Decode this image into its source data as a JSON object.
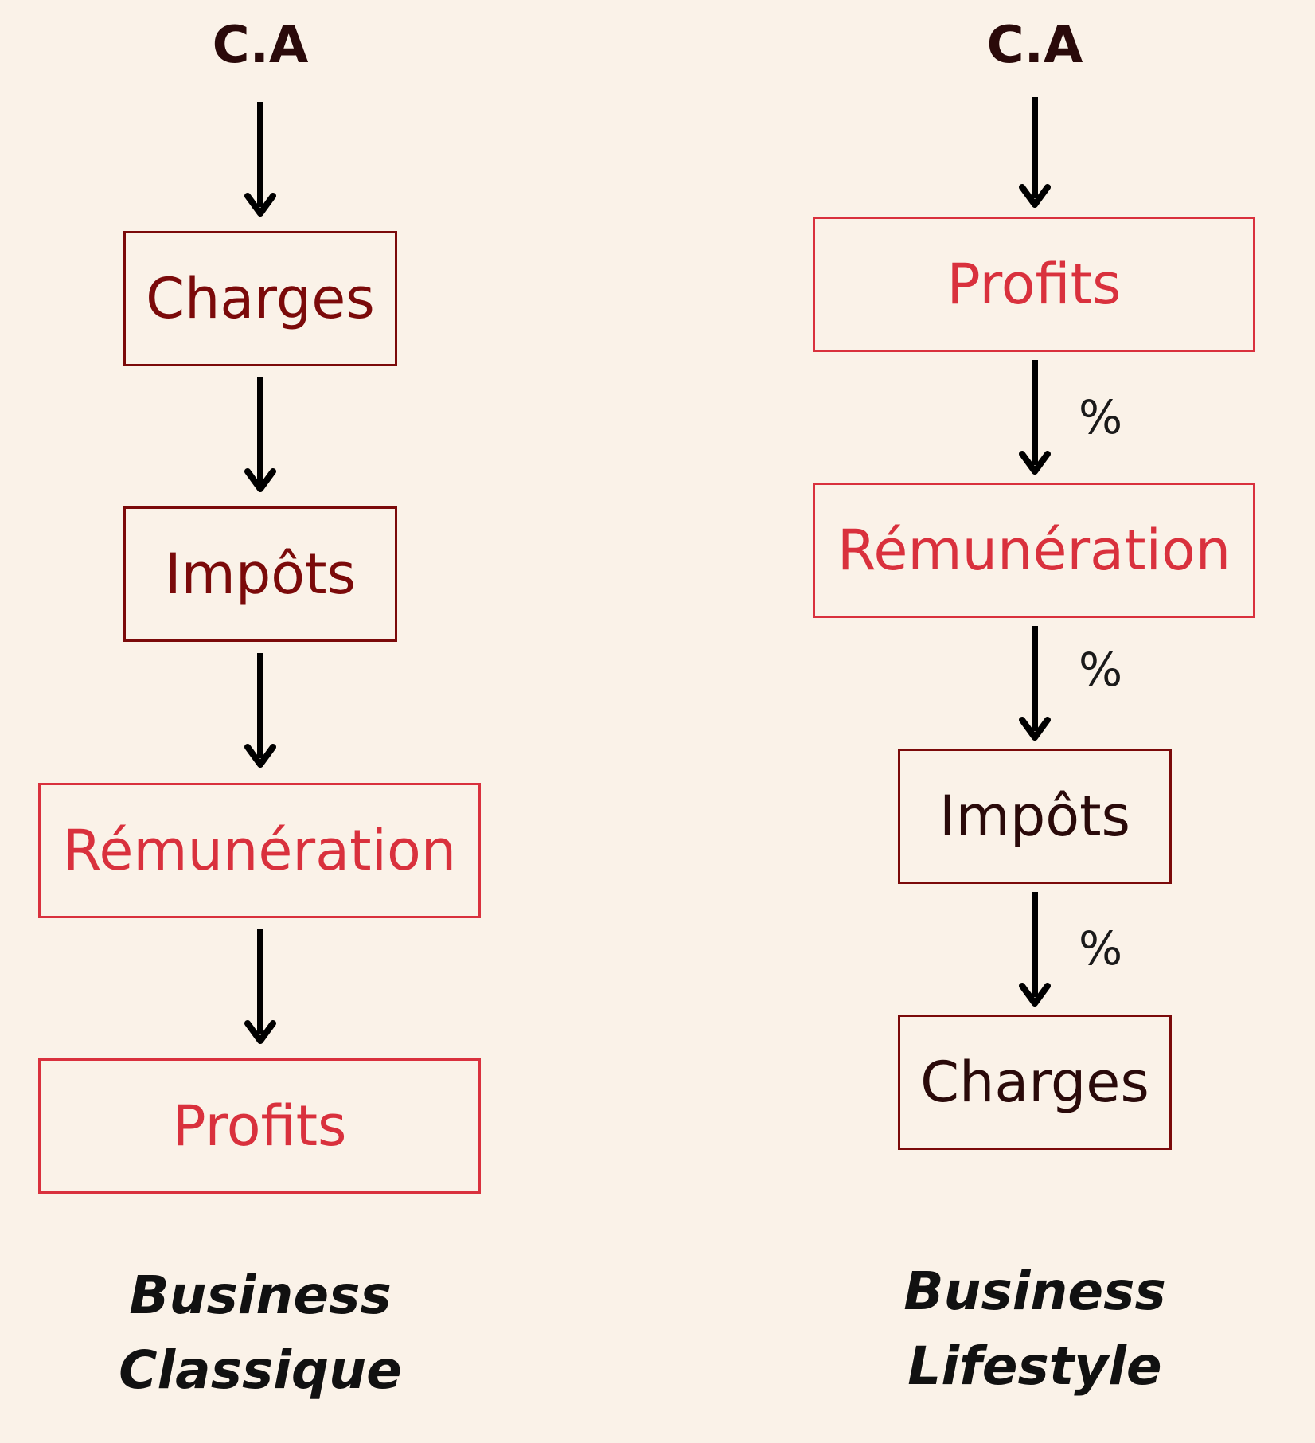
{
  "left": {
    "top_label": "C.A",
    "boxes": [
      "Charges",
      "Impôts",
      "Rémunération",
      "Profits"
    ],
    "caption_line1": "Business",
    "caption_line2": "Classique"
  },
  "right": {
    "top_label": "C.A",
    "boxes": [
      "Profits",
      "Rémunération",
      "Impôts",
      "Charges"
    ],
    "percent_labels": [
      "%",
      "%",
      "%"
    ],
    "caption_line1": "Business",
    "caption_line2": "Lifestyle"
  },
  "colors": {
    "background": "#faf2e8",
    "dark_red": "#7b0a0a",
    "red": "#d9313d",
    "near_black": "#2a0a0a"
  }
}
